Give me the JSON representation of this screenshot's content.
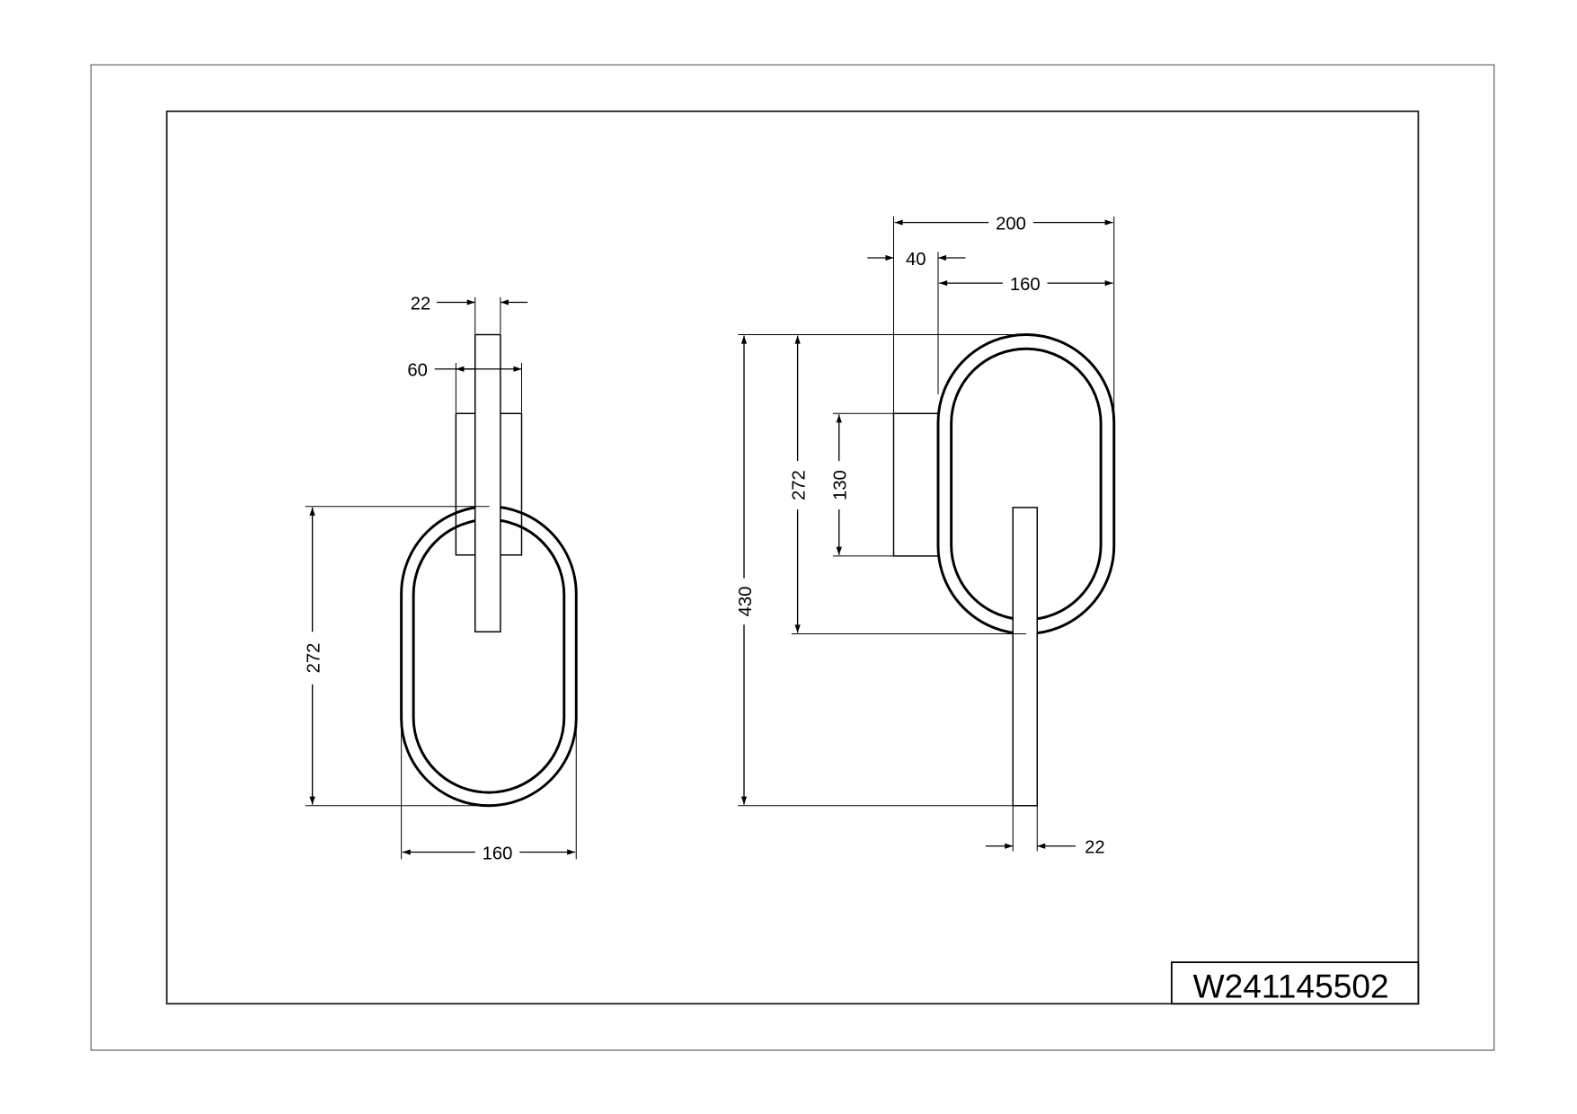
{
  "title_block": {
    "drawing_number": "W241145502"
  },
  "front_view": {
    "dimensions": {
      "rod_width": "22",
      "plate_width": "60",
      "ring_height": "272",
      "ring_width": "160"
    }
  },
  "side_view": {
    "dimensions": {
      "total_depth": "200",
      "plate_depth": "40",
      "ring_depth": "160",
      "total_height": "430",
      "ring_height": "272",
      "plate_height": "130",
      "rod_width": "22"
    }
  },
  "colors": {
    "line": "#000000",
    "background": "#ffffff"
  }
}
